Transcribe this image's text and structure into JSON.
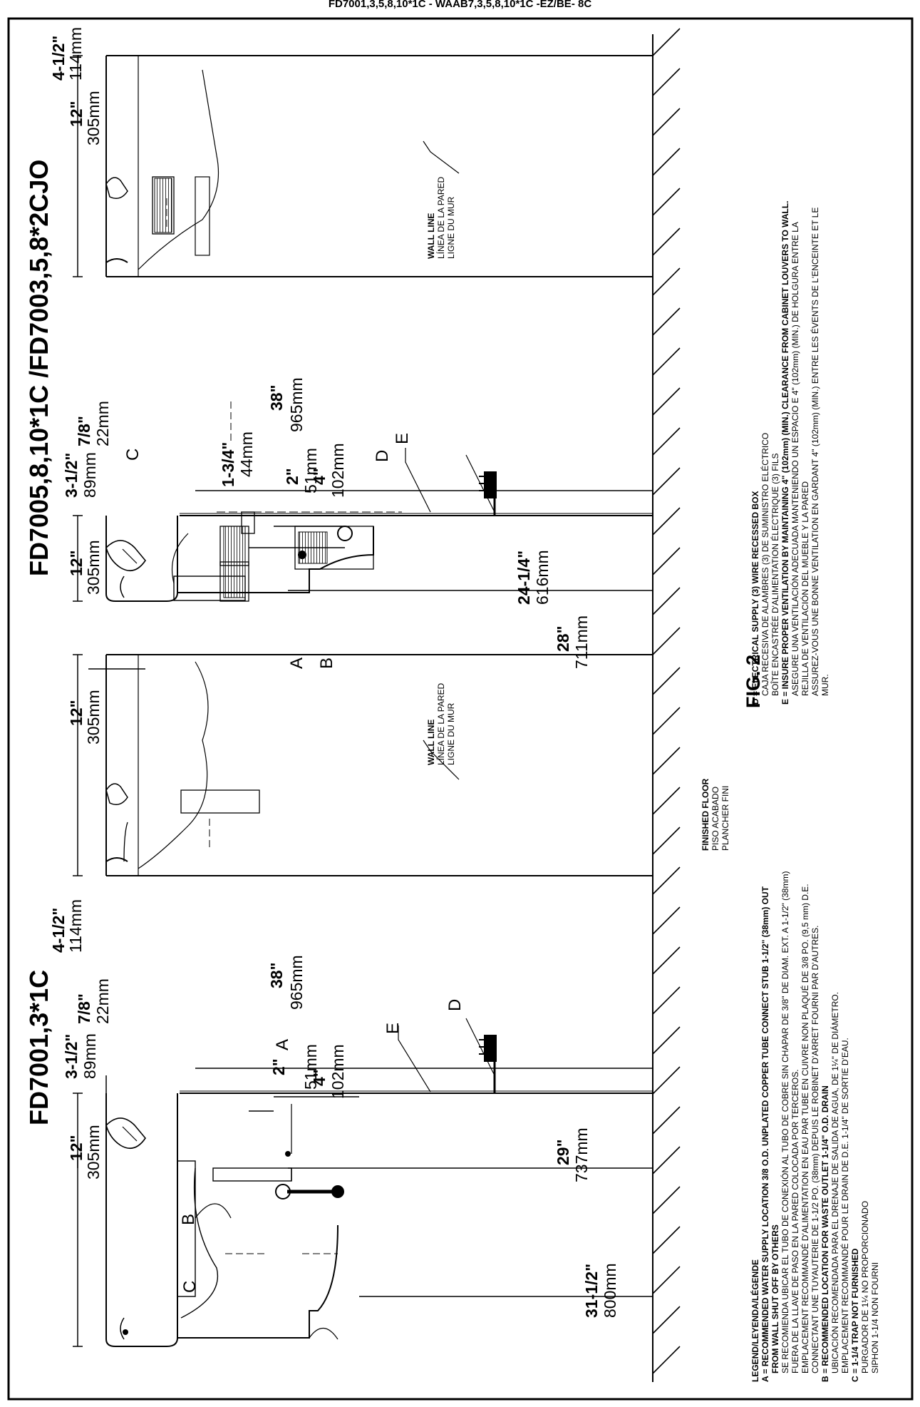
{
  "header": "FD7001,3,5,8,10*1C - WAAB7,3,5,8,10*1C -EZ/BE- 8C",
  "models": {
    "left": "FD7001,3*1C",
    "right": "FD7005,8,10*1C /FD7003,5,8*2CJO"
  },
  "figure_label": "FIG. 2",
  "wall_line": [
    "WALL LINE",
    "LÍNEA DE LA PARED",
    "LIGNE DU MUR"
  ],
  "finished_floor": [
    "FINISHED FLOOR",
    "PISO ACABADO",
    "PLANCHER FINI"
  ],
  "dims": {
    "width_in": "12\"",
    "width_mm": "305mm",
    "offset_in": "4-1/2\"",
    "offset_mm": "114mm",
    "bubbler_in": "3-1/2\"",
    "bubbler_mm": "89mm",
    "lip_in": "7/8\"",
    "lip_mm": "22mm",
    "rim_in": "38\"",
    "rim_mm": "965mm",
    "d2_in": "2\"",
    "d2_mm": "51mm",
    "d4_in": "4\"",
    "d4_mm": "102mm",
    "d134_in": "1-3/4\"",
    "d134_mm": "44mm",
    "left_29_in": "29\"",
    "left_29_mm": "737mm",
    "left_3112_in": "31-1/2\"",
    "left_3112_mm": "800mm",
    "right_28_in": "28\"",
    "right_28_mm": "711mm",
    "right_2414_in": "24-1/4\"",
    "right_2414_mm": "616mm"
  },
  "callouts": {
    "a": "A",
    "b": "B",
    "c": "C",
    "d": "D",
    "e": "E"
  },
  "legend": {
    "title": "LEGEND/LEYENDA/LÉGENDE",
    "a": [
      "A = RECOMMENDED WATER SUPPLY LOCATION 3/8 O.D. UNPLATED COPPER TUBE CONNECT STUB 1-1/2\" (38mm) OUT",
      "FROM WALL SHUT OFF BY OTHERS",
      "SE RECOMIENDA UBICAR EL TUBO DE CONEXIÓN AL TUBO DE COBRE SIN CHAPAR DE 3/8\" DE DIAM. EXT. A 1-1/2\" (38mm)",
      "FUERA DE LA LLAVE DE PASO EN LA PARED COLOCADA POR TERCEROS.",
      "EMPLACEMENT RECOMMANDÉ D'ALIMENTATION EN EAU PAR TUBE EN CUIVRE NON PLAQUÉ DE 3/8 PO. (9,5 mm) D.E.",
      "CONNECTANT UNE TUYAUTERIE DE 1-1/2 PO. (38mm) DEPUIS LE ROBINET D'ARRET FOURNI PAR D'AUTRES."
    ],
    "b": [
      "B = RECOMMENDED LOCATION FOR WASTE OUTLET 1-1/4\" O.D. DRAIN",
      "UBICACIÓN RECOMENDADA PARA EL DRENAJE DE SALIDA DE AGUA, DE 1¼\" DE DIÁMETRO.",
      "EMPLACEMENT RECOMMANDÉ POUR LE DRAIN DE D.E. 1-1/4\" DE SORTIE D'EAU."
    ],
    "c": [
      "C = 1-1/4 TRAP NOT FURNISHED",
      "PURGADOR DE 1¼ NO PROPORCIONADO",
      "SIPHON 1-1/4 NON FOURNI"
    ],
    "d": [
      "D = ELECTRICAL SUPPLY (3) WIRE RECESSED BOX",
      "CAJA RECESIVA DE ALAMBRES (3) DE SUMINISTRO ELÉCTRICO",
      "BOÎTE ENCASTRÉE D'ALIMENTATION ÉLECTRIQUE (3) FILS"
    ],
    "e": [
      "E = INSURE PROPER VENTILATION BY MAINTAINING 4\" (102mm) (MIN.) CLEARANCE FROM CABINET LOUVERS TO WALL.",
      "ASEGURE UNA VENTILACIÓN ADECUADA MANTENIENDO UN ESPACIO E 4\" (102mm) (MIN.) DE HOLGURA ENTRE LA",
      "REJILLA DE VENTILACIÓN DEL MUEBLE Y LA PARED",
      "ASSUREZ-VOUS UNE BONNE VENTILATION EN GARDANT 4\" (102mm) (MIN.) ENTRE LES ÉVENTS DE L'ENCEINTE ET LE",
      "MUR."
    ]
  }
}
